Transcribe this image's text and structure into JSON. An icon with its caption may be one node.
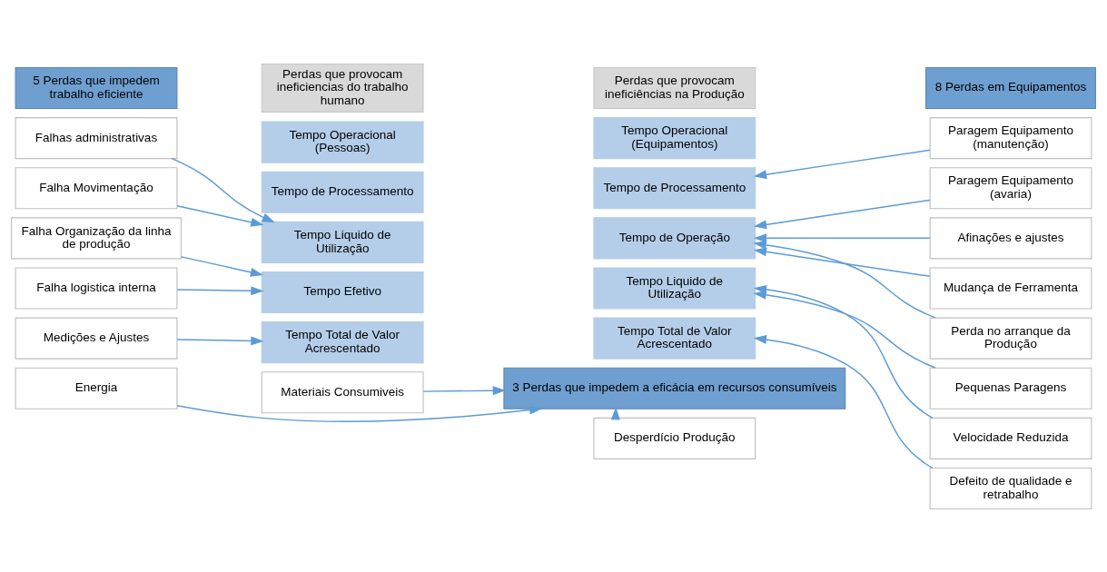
{
  "diagram": {
    "nodes": [
      {
        "text": [
          "5 Perdas que impedem trabalho eficiente"
        ]
      },
      {
        "text": [
          "Perdas que provocam ineficiencias do trabalho humano"
        ]
      },
      {
        "text": [
          "Perdas que provocam ineficiências na Produção"
        ]
      },
      {
        "text": [
          "8 Perdas em Equipamentos"
        ]
      },
      {
        "text": [
          "Falhas administrativas"
        ]
      },
      {
        "text": [
          "Falha Movimentação"
        ]
      },
      {
        "text": [
          "Falha Organização da linha de produção"
        ]
      },
      {
        "text": [
          "Falha logistica interna"
        ]
      },
      {
        "text": [
          "Medições e Ajustes"
        ]
      },
      {
        "text": [
          "Tempo Operacional (Pessoas)"
        ]
      },
      {
        "text": [
          "Tempo de Processamento"
        ]
      },
      {
        "text": [
          "Tempo Liquido de Utilização"
        ]
      },
      {
        "text": [
          "Tempo Efetivo"
        ]
      },
      {
        "text": [
          "Tempo Total de Valor Acrescentado"
        ]
      },
      {
        "text": [
          "Tempo Operacional (Equipamentos)"
        ]
      },
      {
        "text": [
          "Tempo de Processamento"
        ]
      },
      {
        "text": [
          "Tempo de Operação"
        ]
      },
      {
        "text": [
          "Tempo Liquido de Utilização"
        ]
      },
      {
        "text": [
          "Tempo Total de Valor Acrescentado"
        ]
      },
      {
        "text": [
          "Paragem Equipamento (manutenção)"
        ]
      },
      {
        "text": [
          "Paragem Equipamento (avaria)"
        ]
      },
      {
        "text": [
          "Afinações e ajustes"
        ]
      },
      {
        "text": [
          "Mudança de Ferramenta"
        ]
      },
      {
        "text": [
          "Perda no arranque da Produção"
        ]
      },
      {
        "text": [
          "Pequenas Paragens"
        ]
      },
      {
        "text": [
          "Velocidade Reduzida"
        ]
      },
      {
        "text": [
          "Defeito de qualidade e retrabalho"
        ]
      },
      {
        "text": [
          "3 Perdas que impedem a eficácia em recursos consumíveis"
        ]
      },
      {
        "text": [
          "Energia"
        ]
      },
      {
        "text": [
          "Materiais Consumiveis"
        ]
      },
      {
        "text": [
          "Desperdício Produção"
        ]
      }
    ],
    "edges": [
      {
        "from": 4,
        "to": 11,
        "arrow": "to"
      },
      {
        "from": 5,
        "to": 11,
        "arrow": "to"
      },
      {
        "from": 6,
        "to": 12,
        "arrow": "to"
      },
      {
        "from": 7,
        "to": 12,
        "arrow": "to"
      },
      {
        "from": 8,
        "to": 13,
        "arrow": "to"
      },
      {
        "from": 19,
        "to": 15,
        "arrow": "to"
      },
      {
        "from": 20,
        "to": 16,
        "arrow": "to"
      },
      {
        "from": 21,
        "to": 16,
        "arrow": "to"
      },
      {
        "from": 22,
        "to": 16,
        "arrow": "to"
      },
      {
        "from": 23,
        "to": 16,
        "arrow": "to"
      },
      {
        "from": 24,
        "to": 17,
        "arrow": "to"
      },
      {
        "from": 25,
        "to": 17,
        "arrow": "to"
      },
      {
        "from": 26,
        "to": 18,
        "arrow": "to"
      },
      {
        "from": 28,
        "to": 27,
        "arrow": "to"
      },
      {
        "from": 29,
        "to": 27,
        "arrow": "to"
      },
      {
        "from": 30,
        "to": 27,
        "arrow": "to"
      }
    ]
  }
}
